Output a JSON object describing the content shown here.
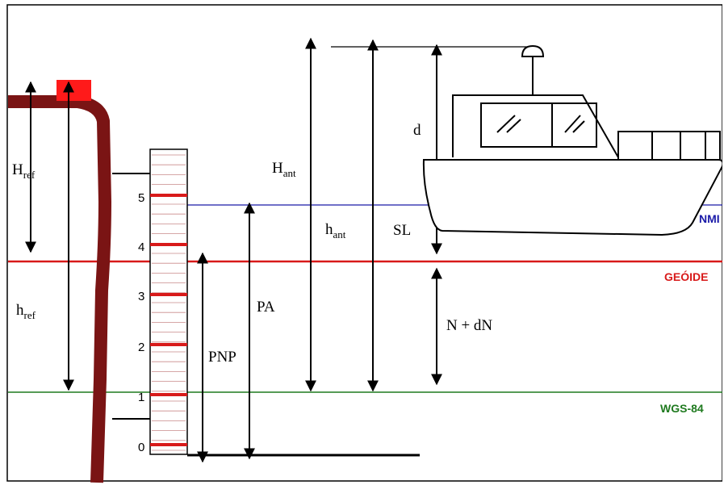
{
  "colors": {
    "nmi": "#1a1aa8",
    "geoide": "#d81a1a",
    "wgs84": "#1f7a1f",
    "wall": "#7a1414",
    "marker": "#ff1a1a",
    "staff_tick": "#d81a1a",
    "ink": "#000000"
  },
  "labels": {
    "h_ref_upper": "H",
    "h_ref_upper_sub": "ref",
    "h_ref_lower": "h",
    "h_ref_lower_sub": "ref",
    "h_ant_upper": "H",
    "h_ant_upper_sub": "ant",
    "h_ant_lower": "h",
    "h_ant_lower_sub": "ant",
    "d": "d",
    "sl": "SL",
    "pa": "PA",
    "pnp": "PNP",
    "n_dn": "N + dN"
  },
  "surfaces": {
    "nmi": "NMI",
    "geoide": "GEÓIDE",
    "wgs84": "WGS-84"
  },
  "staff_numbers": [
    "5",
    "4",
    "3",
    "2",
    "1",
    "0"
  ],
  "icons": {
    "boat": "boat-icon",
    "antenna": "gps-antenna-icon",
    "benchmark": "benchmark-marker-icon"
  }
}
